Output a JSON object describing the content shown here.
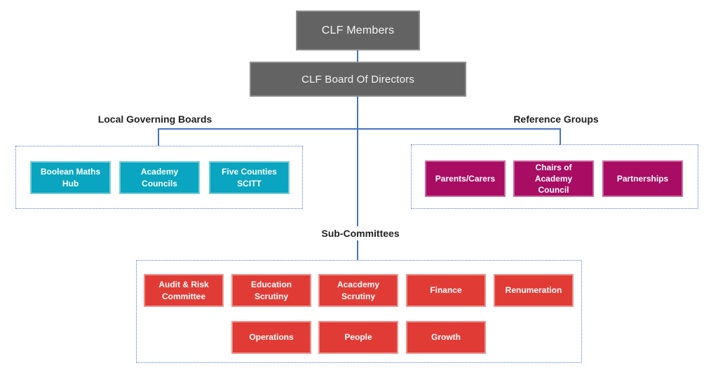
{
  "nodes": {
    "members": "CLF Members",
    "board": "CLF Board Of Directors"
  },
  "groups": [
    {
      "label": "Local Governing Boards",
      "items": [
        "Boolean Maths\nHub",
        "Academy\nCouncils",
        "Five Counties\nSCITT"
      ]
    },
    {
      "label": "Reference Groups",
      "items": [
        "Parents/Carers",
        "Chairs of\nAcademy\nCouncil",
        "Partnerships"
      ]
    },
    {
      "label": "Sub-Committees",
      "rows": [
        [
          "Audit & Risk\nCommittee",
          "Education\nScrutiny",
          "Acacdemy\nScrutiny",
          "Finance",
          "Renumeration"
        ],
        [
          "Operations",
          "People",
          "Growth"
        ]
      ]
    }
  ],
  "colors": {
    "header_box": "#636363",
    "teal_box": "#0aa5c0",
    "magenta_box": "#a80c63",
    "red_box": "#e13b35",
    "connector": "#4472c4",
    "group_border": "#4f7ad0",
    "label_text": "#1f1f1f"
  }
}
